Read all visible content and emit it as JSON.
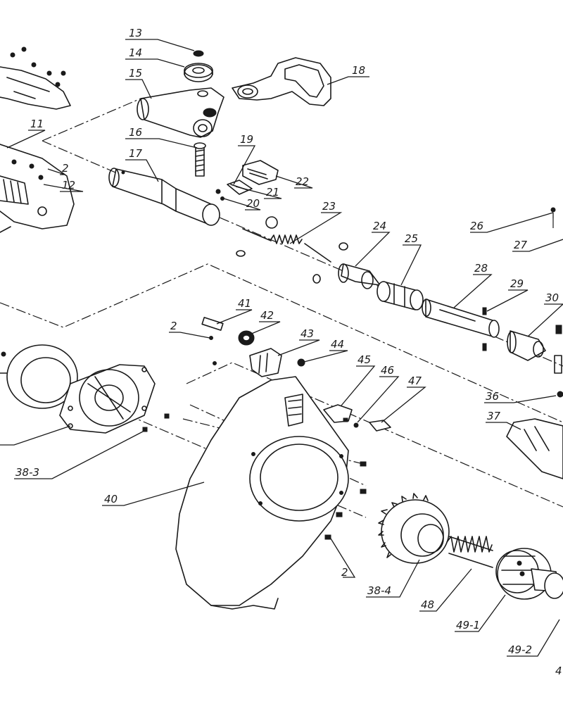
{
  "diagram": {
    "callouts": [
      {
        "id": "c13",
        "text": "13"
      },
      {
        "id": "c14",
        "text": "14"
      },
      {
        "id": "c15",
        "text": "15"
      },
      {
        "id": "c16",
        "text": "16"
      },
      {
        "id": "c17",
        "text": "17"
      },
      {
        "id": "c18",
        "text": "18"
      },
      {
        "id": "c19",
        "text": "19"
      },
      {
        "id": "c20",
        "text": "20"
      },
      {
        "id": "c21",
        "text": "21"
      },
      {
        "id": "c22",
        "text": "22"
      },
      {
        "id": "c23",
        "text": "23"
      },
      {
        "id": "c24",
        "text": "24"
      },
      {
        "id": "c25",
        "text": "25"
      },
      {
        "id": "c26",
        "text": "26"
      },
      {
        "id": "c27",
        "text": "27"
      },
      {
        "id": "c28",
        "text": "28"
      },
      {
        "id": "c29",
        "text": "29"
      },
      {
        "id": "c30",
        "text": "30"
      },
      {
        "id": "c11",
        "text": "11"
      },
      {
        "id": "c12",
        "text": "12"
      },
      {
        "id": "c2a",
        "text": "2"
      },
      {
        "id": "c2b",
        "text": "2"
      },
      {
        "id": "c2c",
        "text": "2"
      },
      {
        "id": "c41",
        "text": "41"
      },
      {
        "id": "c42",
        "text": "42"
      },
      {
        "id": "c43",
        "text": "43"
      },
      {
        "id": "c44",
        "text": "44"
      },
      {
        "id": "c45",
        "text": "45"
      },
      {
        "id": "c46",
        "text": "46"
      },
      {
        "id": "c47",
        "text": "47"
      },
      {
        "id": "c36",
        "text": "36"
      },
      {
        "id": "c37",
        "text": "37"
      },
      {
        "id": "c38-3",
        "text": "38-3"
      },
      {
        "id": "c38-4",
        "text": "38-4"
      },
      {
        "id": "c40",
        "text": "40"
      },
      {
        "id": "c48",
        "text": "48"
      },
      {
        "id": "c49-1",
        "text": "49-1"
      },
      {
        "id": "c49-2",
        "text": "49-2"
      },
      {
        "id": "c4",
        "text": "4"
      }
    ]
  }
}
